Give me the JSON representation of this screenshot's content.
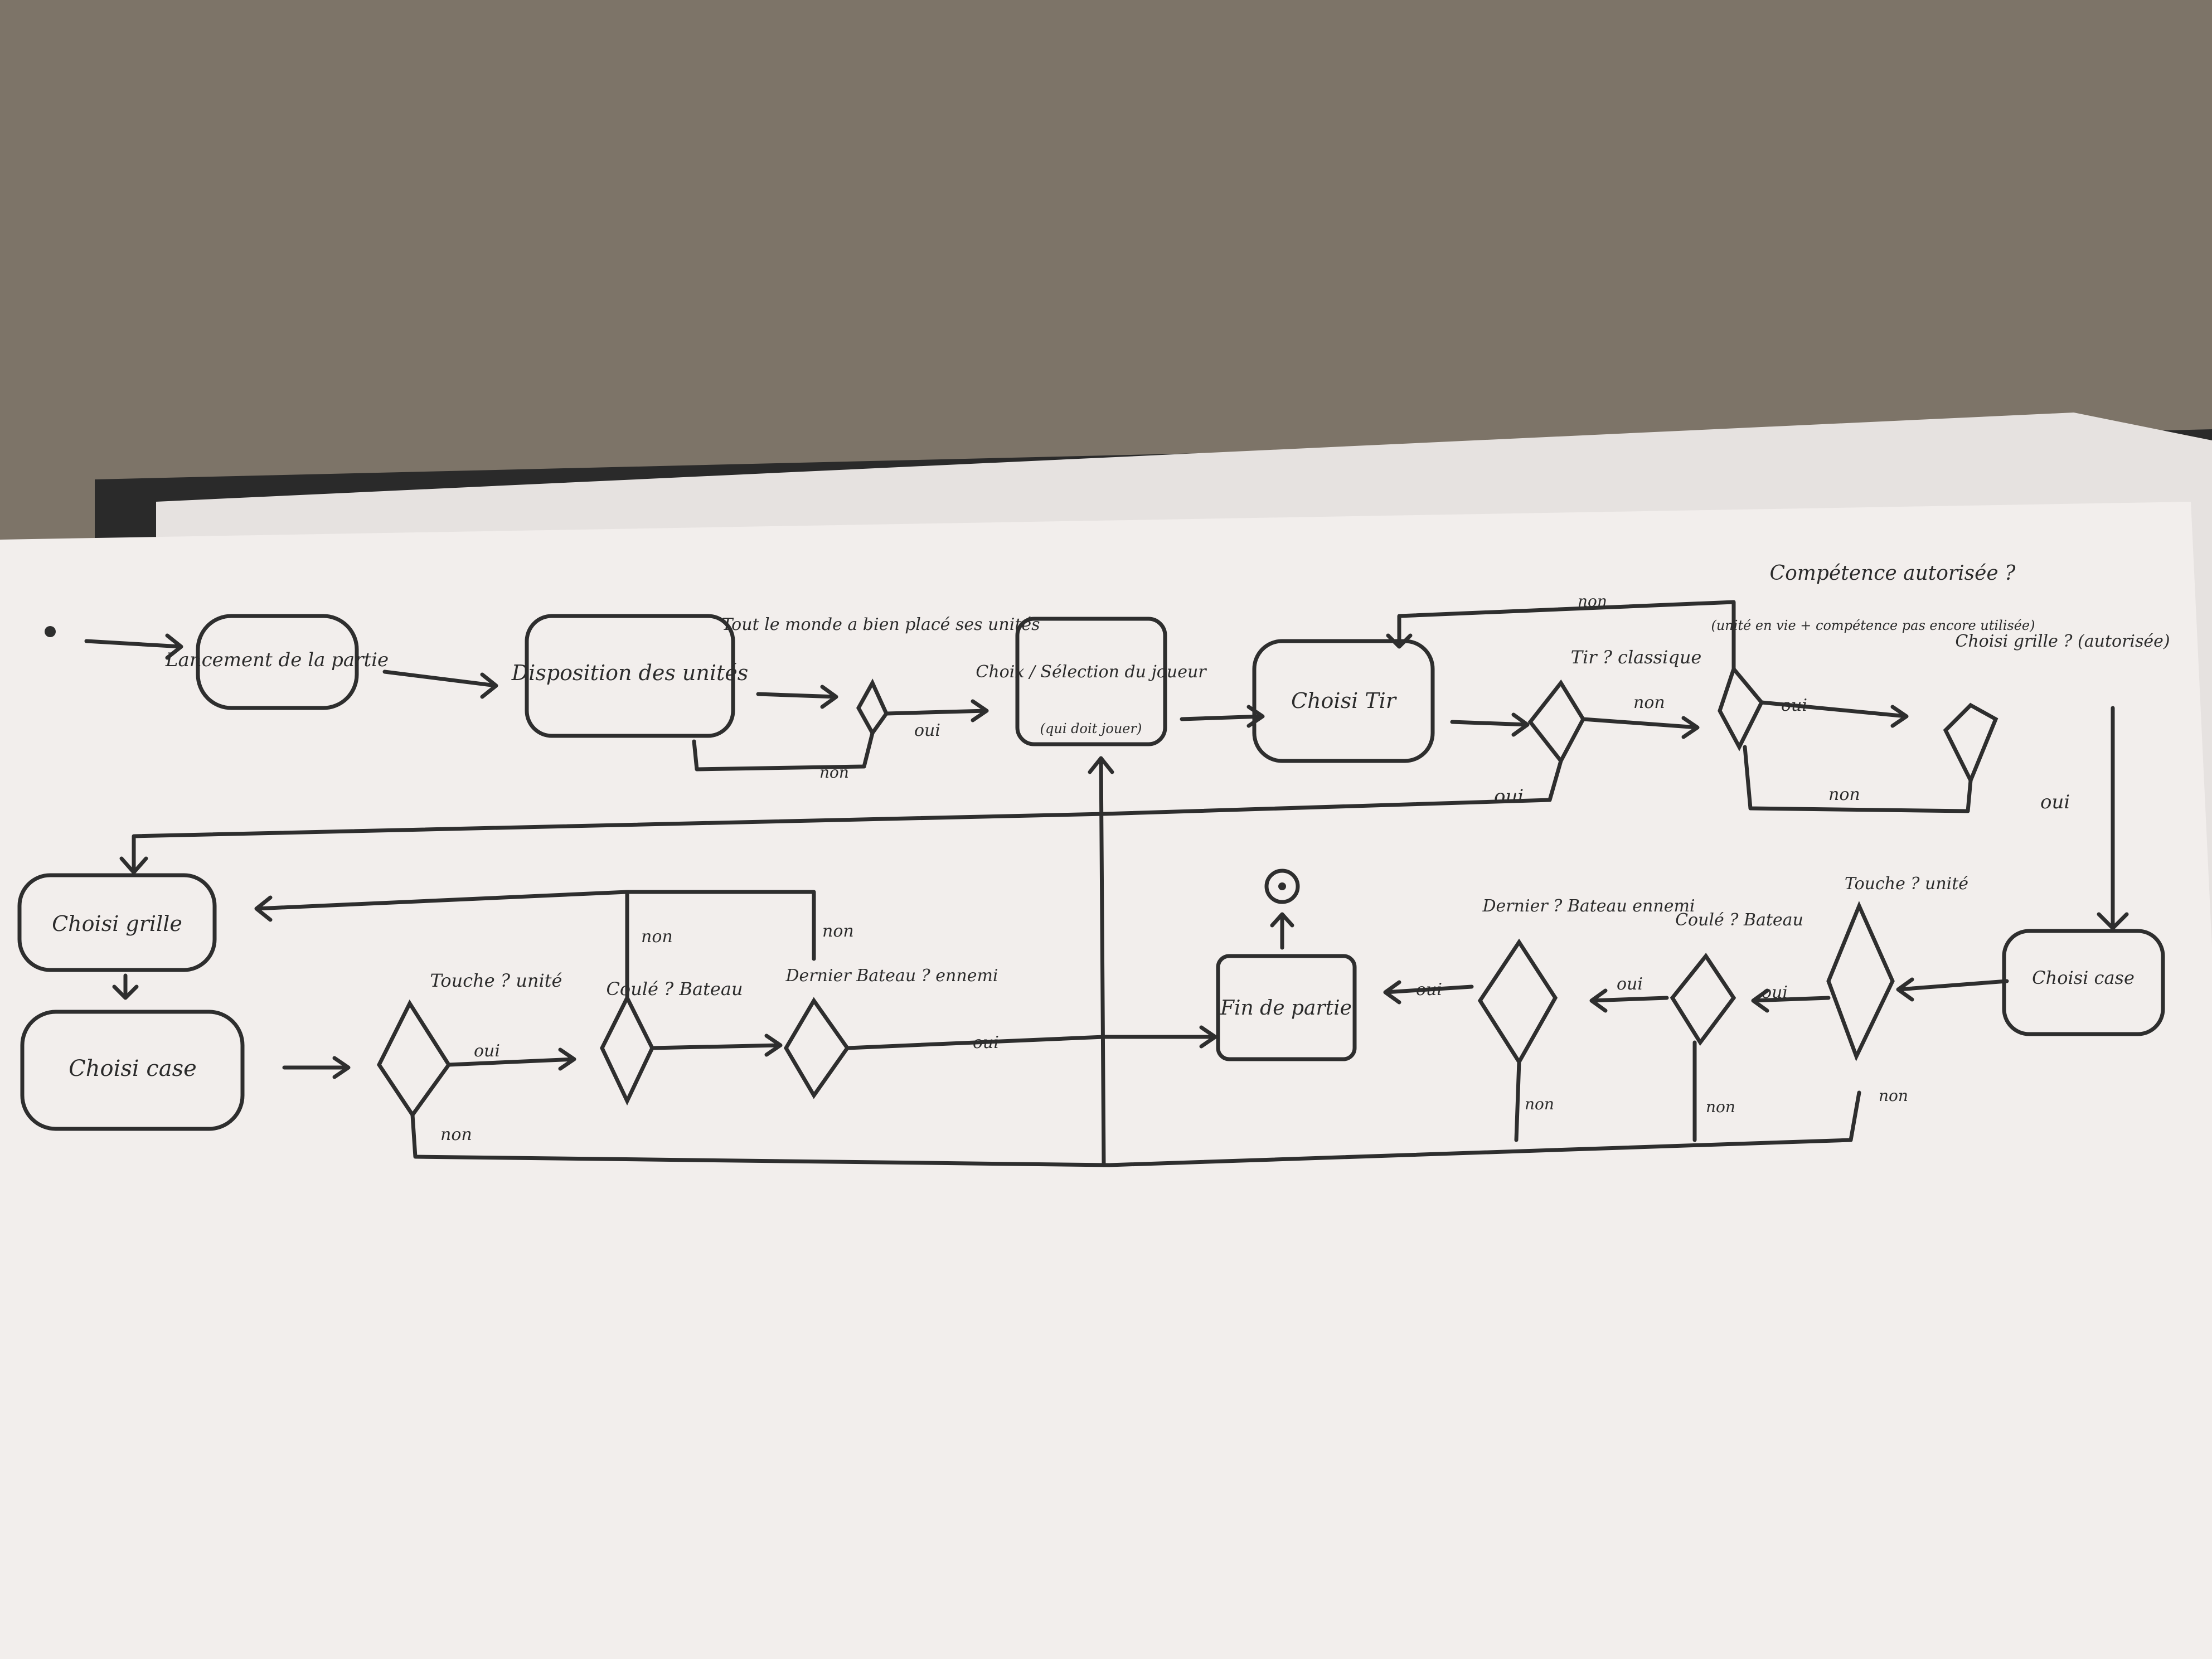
{
  "colors": {
    "background_cloth": "#7d7468",
    "paper": "#f2eeec",
    "ink": "#2e2e2e",
    "binder": "#2a2a2a"
  },
  "diagram": {
    "nodes": {
      "launch": "Lancement de la partie",
      "placement": "Disposition des unités",
      "choose_player": "Choix / Sélection du joueur",
      "choose_player_note": "(qui doit jouer)",
      "choose_shot": "Choisi Tir",
      "choose_grid_left": "Choisi grille",
      "choose_cell_left": "Choisi case",
      "end_game": "Fin de partie",
      "choose_cell_right": "Choisi case"
    },
    "decisions": {
      "all_placed": "Tout le monde a bien placé ses unités",
      "shot_classic": "Tir ? classique",
      "skill_allowed": "Compétence autorisée ?",
      "skill_allowed_note": "(unité en vie + compétence pas encore utilisée)",
      "grid_allowed": "Choisi grille ? (autorisée)",
      "hit_left": "Touche ? unité",
      "sunk_left": "Coulé ? Bateau",
      "last_boat_left": "Dernier Bateau ? ennemi",
      "hit_right": "Touche ? unité",
      "sunk_right": "Coulé ? Bateau",
      "last_boat_right": "Dernier ? Bateau ennemi"
    },
    "edge_labels": {
      "yes": "oui",
      "no": "non"
    }
  }
}
